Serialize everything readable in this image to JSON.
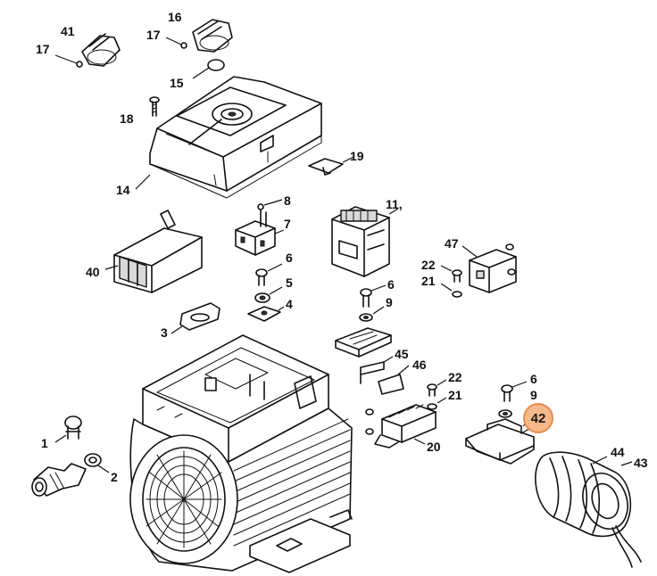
{
  "diagram": {
    "highlight_color": "#f6b98b",
    "highlight_border": "#e98a4c",
    "highlighted": "42",
    "labels": {
      "l41": "41",
      "l17a": "17",
      "l16": "16",
      "l17b": "17",
      "l15": "15",
      "l18": "18",
      "l14": "14",
      "l19": "19",
      "l8": "8",
      "l7": "7",
      "l11": "11, ",
      "l40": "40",
      "l6a": "6",
      "l5": "5",
      "l4": "4",
      "l3": "3",
      "l47": "47",
      "l22a": "22",
      "l21a": "21",
      "l6b": "6",
      "l9a": "9",
      "l45": "45",
      "l46": "46",
      "l22b": "22",
      "l21b": "21",
      "l6c": "6",
      "l9b": "9",
      "l42": "42",
      "l20": "20",
      "l44": "44",
      "l43": "43",
      "l1": "1",
      "l2": "2"
    }
  }
}
